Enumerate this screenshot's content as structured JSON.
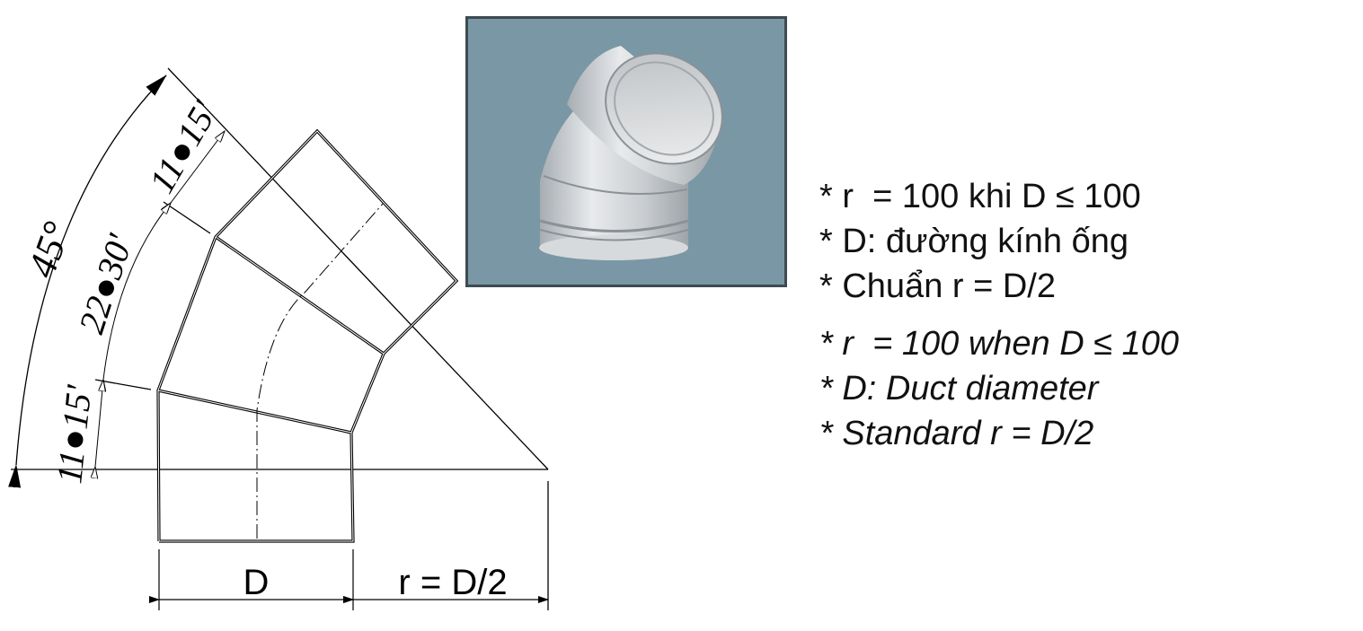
{
  "diagram": {
    "title_angle": "45°",
    "segment_angles": [
      "11●15'",
      "22●30'",
      "11●15'"
    ],
    "dimensions": {
      "diameter_label": "D",
      "radius_label": "r = D/2"
    }
  },
  "photo": {
    "description": "galvanized 45 degree segmented duct elbow",
    "background_color": "#7a97a5",
    "border_color": "#3d4b50"
  },
  "notes_vi": [
    "* r  = 100 khi D ≤ 100",
    "* D: đường kính ống",
    "* Chuẩn r = D/2"
  ],
  "notes_en": [
    "* r  = 100 when D ≤ 100",
    "* D: Duct diameter",
    "* Standard r = D/2"
  ]
}
